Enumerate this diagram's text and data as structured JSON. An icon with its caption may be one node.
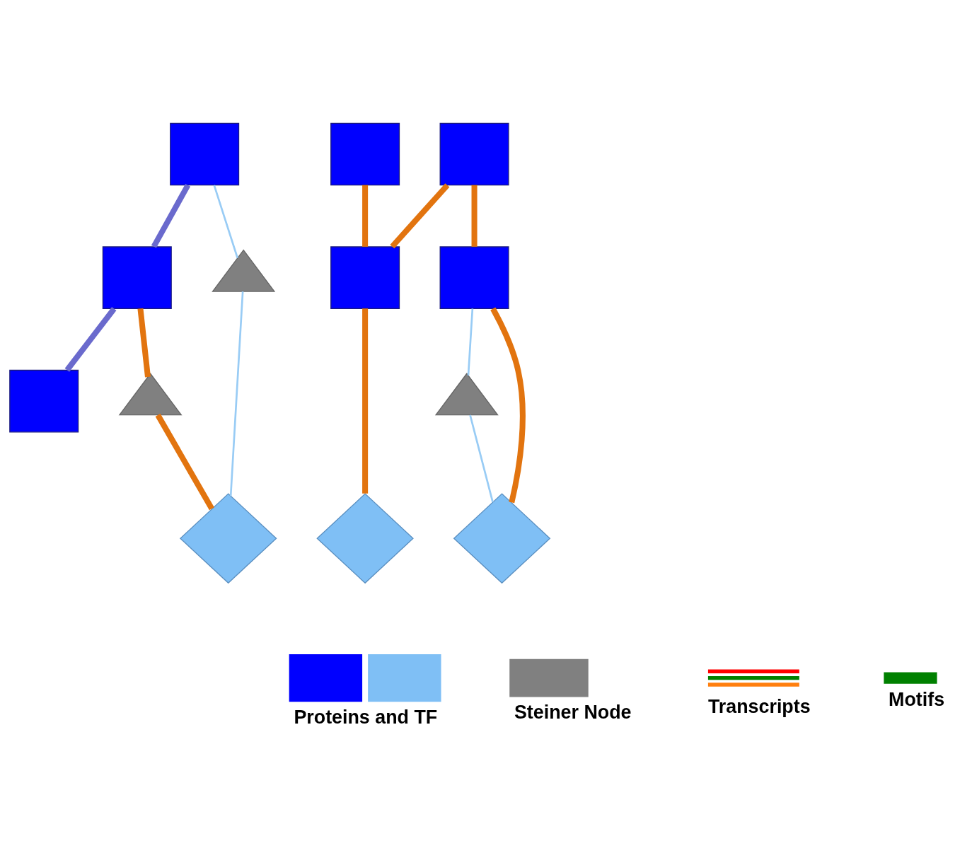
{
  "diagram": {
    "nodes": [
      {
        "text": [],
        "shape": "box"
      },
      {
        "text": [],
        "shape": "box"
      },
      {
        "text": [],
        "shape": "box"
      },
      {
        "text": [],
        "shape": "box"
      },
      {
        "text": [],
        "shape": "box"
      },
      {
        "text": [],
        "shape": "box"
      },
      {
        "text": [],
        "shape": "box"
      },
      {
        "text": [],
        "shape": "triangle"
      },
      {
        "text": [],
        "shape": "triangle"
      },
      {
        "text": [],
        "shape": "triangle"
      },
      {
        "text": [],
        "shape": "diamond"
      },
      {
        "text": [],
        "shape": "diamond"
      },
      {
        "text": [],
        "shape": "diamond"
      }
    ],
    "edges": [
      {
        "from": 0,
        "to": 1,
        "arrow": "none",
        "color": "#6a6acd"
      },
      {
        "from": 1,
        "to": 2,
        "arrow": "none",
        "color": "#6a6acd"
      },
      {
        "from": 0,
        "to": 7,
        "arrow": "none",
        "color": "#99ccf5"
      },
      {
        "from": 7,
        "to": 10,
        "arrow": "none",
        "color": "#99ccf5"
      },
      {
        "from": 1,
        "to": 8,
        "arrow": "none"
      },
      {
        "from": 8,
        "to": 10,
        "arrow": "none"
      },
      {
        "from": 4,
        "to": 5,
        "arrow": "none"
      },
      {
        "from": 3,
        "to": 5,
        "arrow": "none"
      },
      {
        "from": 5,
        "to": 11,
        "arrow": "none"
      },
      {
        "from": 4,
        "to": 6,
        "arrow": "none"
      },
      {
        "from": 6,
        "to": 9,
        "arrow": "none",
        "color": "#99ccf5"
      },
      {
        "from": 6,
        "to": 12,
        "arrow": "none"
      },
      {
        "from": 9,
        "to": 12,
        "arrow": "none",
        "color": "#99ccf5"
      }
    ],
    "legend": [
      {
        "text": "Proteins and TF"
      },
      {
        "text": "Steiner Node"
      },
      {
        "text": "Transcripts"
      },
      {
        "text": "Motifs",
        "color": "#008000"
      }
    ]
  }
}
